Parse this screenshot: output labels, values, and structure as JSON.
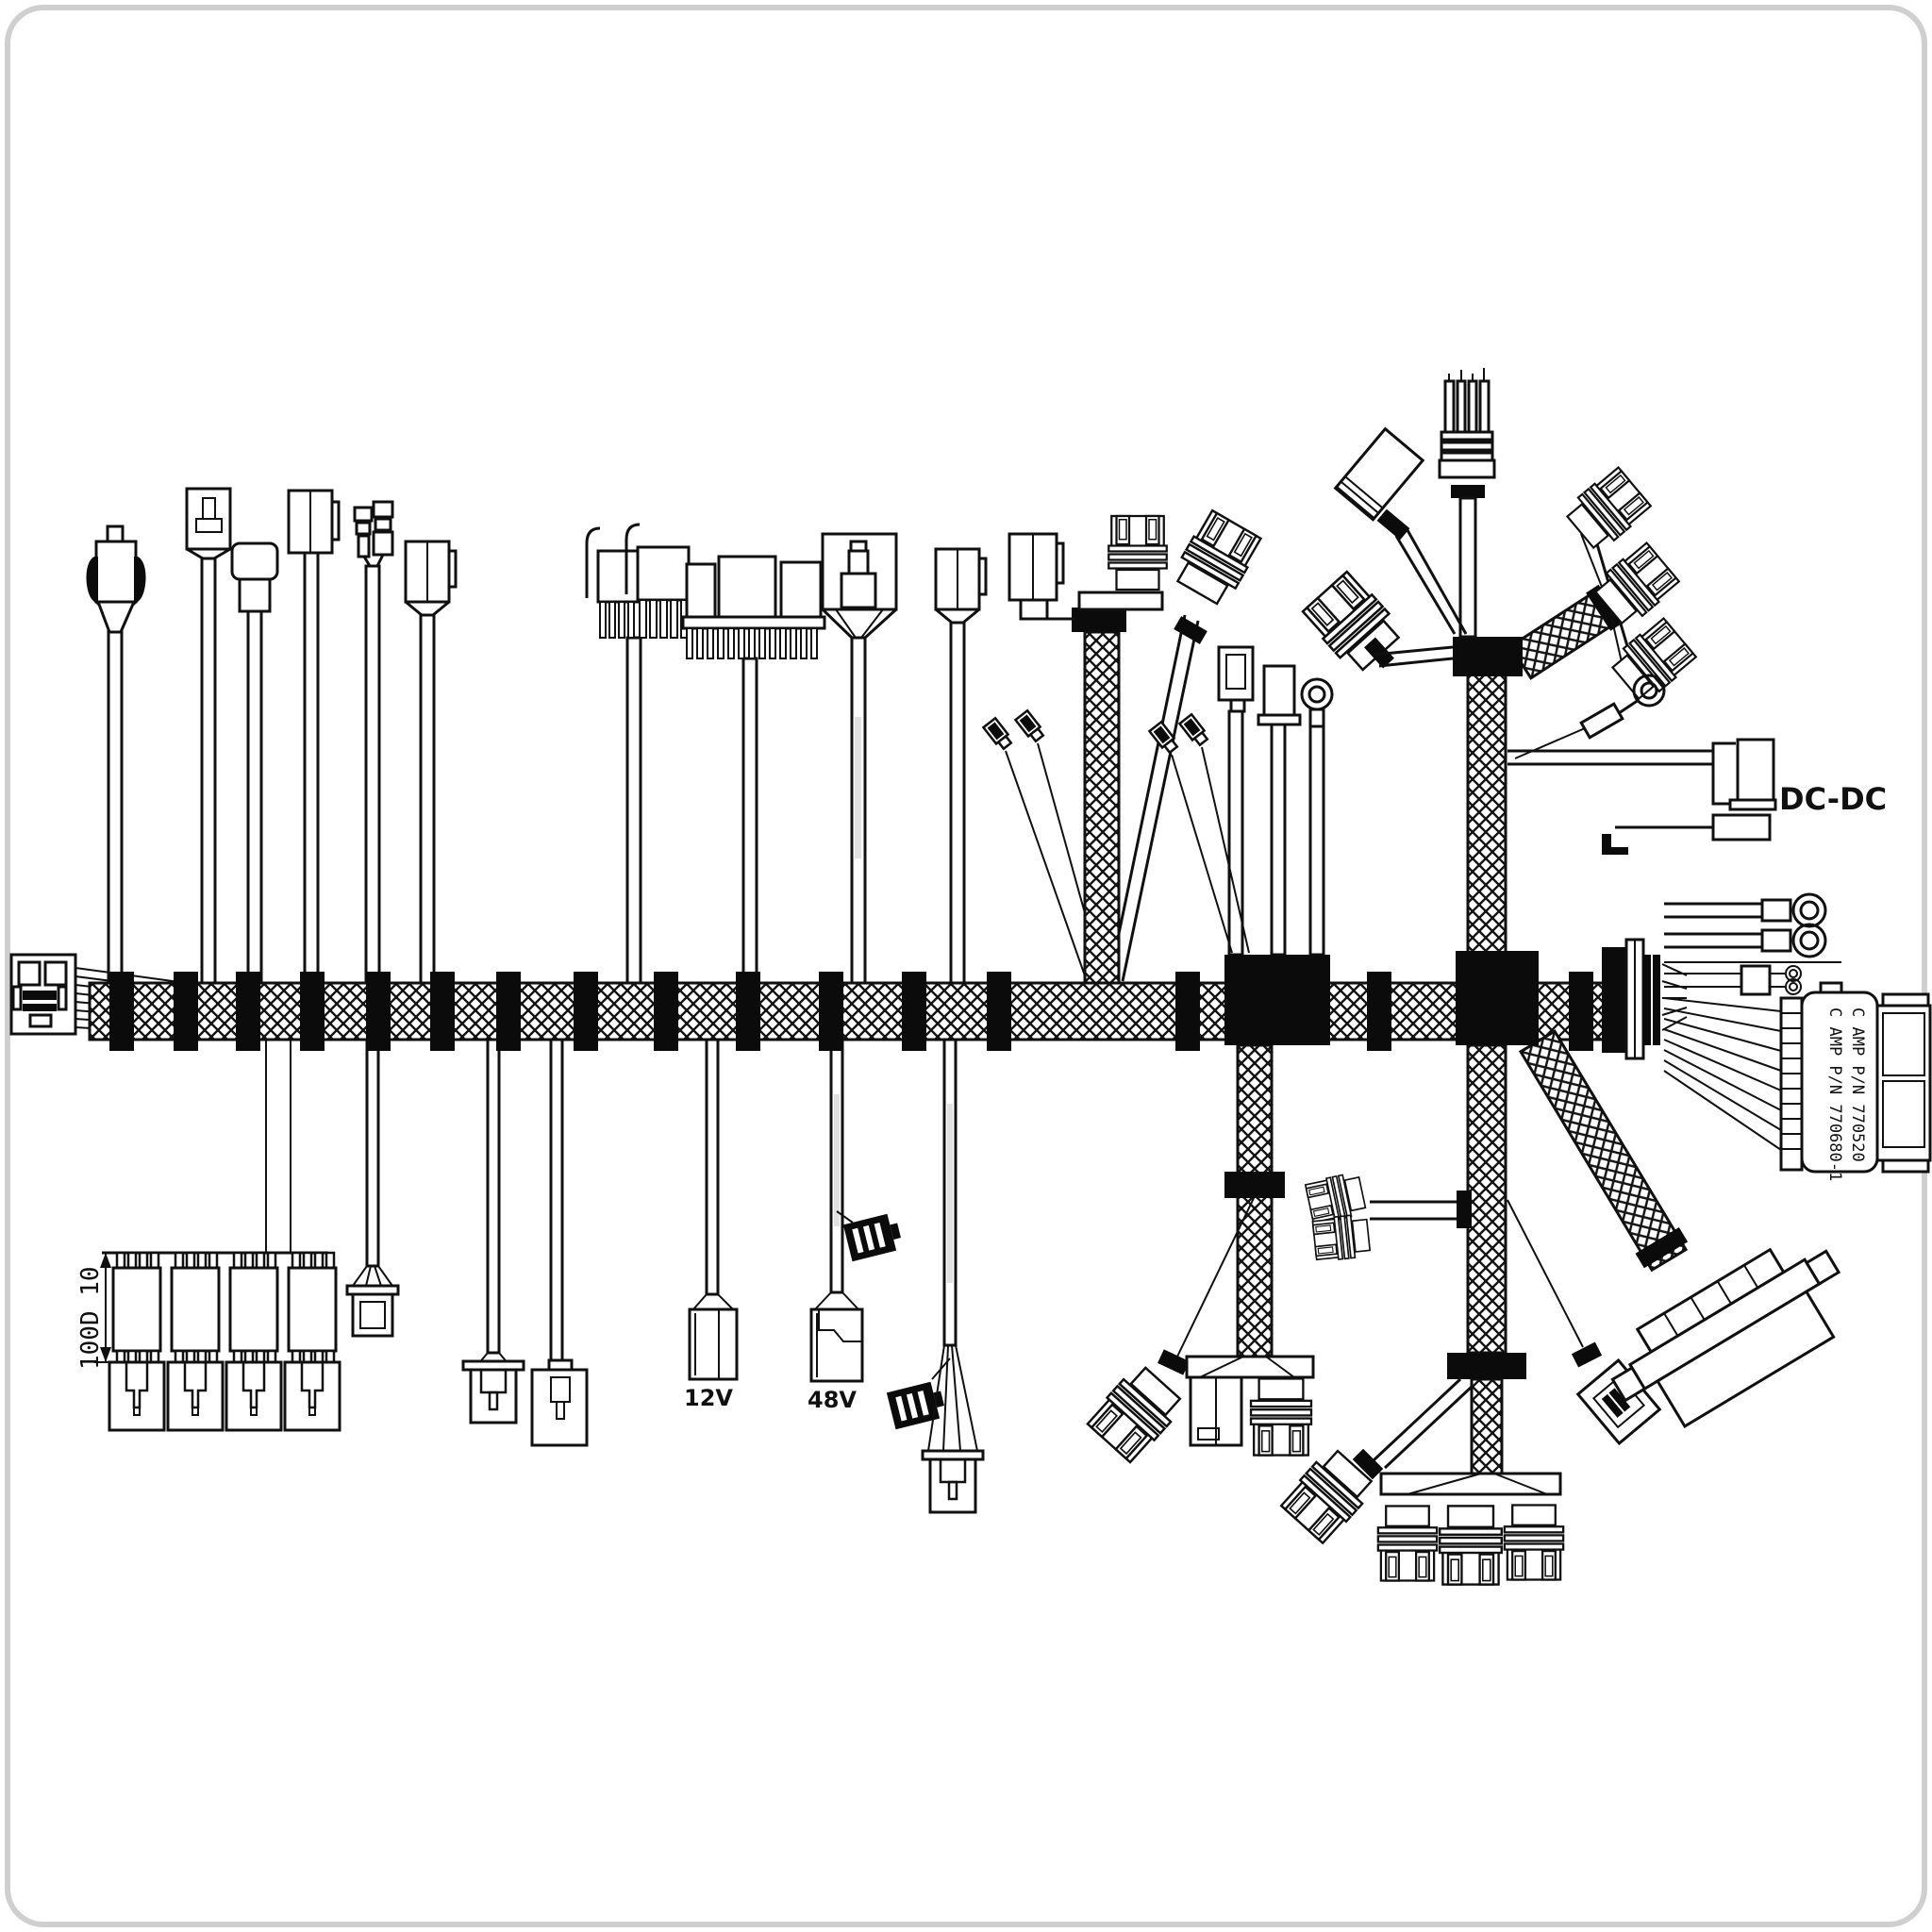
{
  "labels": {
    "dc_dc": "DC-DC",
    "supply_12v": "12V",
    "supply_48v": "48V",
    "relay_dimension": "100D 10",
    "amp_part_number_1": "C AMP P/N 770680-1",
    "amp_part_number_2": "C AMP P/N 770520"
  },
  "colors": {
    "ink": "#101010",
    "background": "#ffffff",
    "frame": "#cfcfcf",
    "wire_shade": "#c9c9c9"
  }
}
